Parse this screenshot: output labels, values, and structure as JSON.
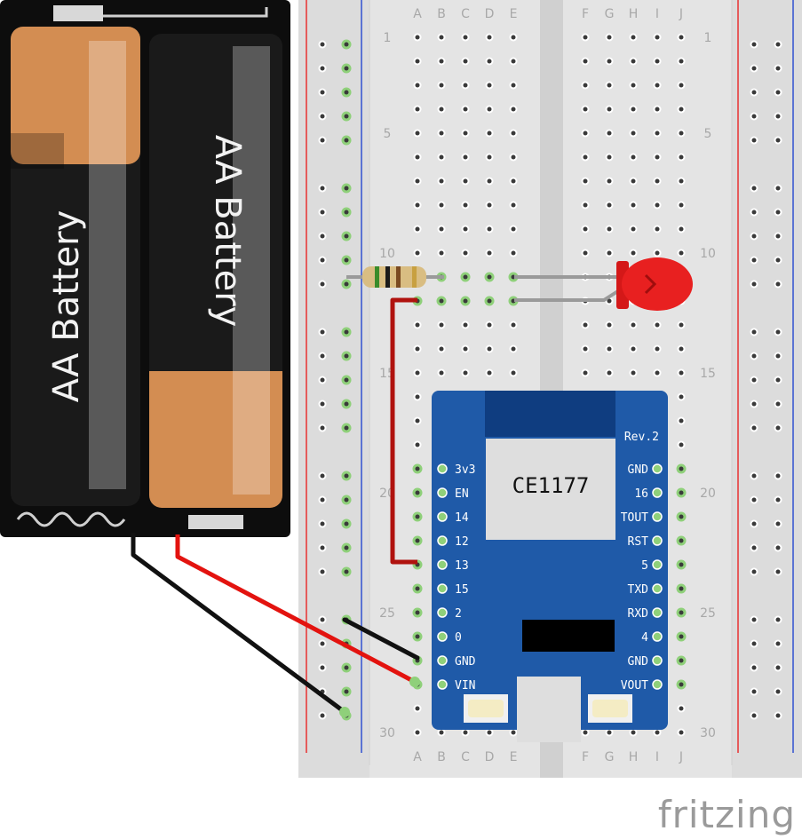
{
  "breadboard": {
    "columns_left": [
      "A",
      "B",
      "C",
      "D",
      "E"
    ],
    "columns_right": [
      "F",
      "G",
      "H",
      "I",
      "J"
    ],
    "row_labels": [
      "1",
      "5",
      "10",
      "15",
      "20",
      "25",
      "30"
    ],
    "row_count": 30
  },
  "battery": {
    "cell_1_label": "AA Battery",
    "cell_2_label": "AA Battery"
  },
  "module": {
    "chip_label": "CE1177",
    "revision": "Rev.2",
    "left_pins": [
      "3v3",
      "EN",
      "14",
      "12",
      "13",
      "15",
      "2",
      "0",
      "GND",
      "VIN"
    ],
    "right_pins": [
      "GND",
      "16",
      "TOUT",
      "RST",
      "5",
      "TXD",
      "RXD",
      "4",
      "GND",
      "VOUT"
    ]
  },
  "components": {
    "resistor": "resistor",
    "led": "red-led"
  },
  "colors": {
    "module_blue": "#1f5aa8",
    "wire_red": "#e3130f",
    "wire_dark_red": "#b0120e",
    "wire_black": "#111111",
    "led_red": "#e82020"
  },
  "brand": {
    "name": "fritzing"
  }
}
